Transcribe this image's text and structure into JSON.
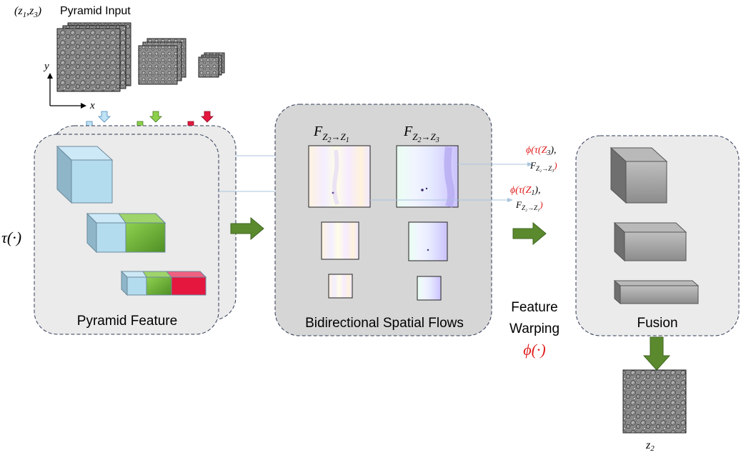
{
  "pyramid_input": {
    "title_math": "(z",
    "sub1": "1",
    "comma": ",",
    "title_z3": "z",
    "sub3": "3",
    "close": ")",
    "title_text": "Pyramid Input",
    "axis_y": "y",
    "axis_x": "x"
  },
  "encoder": {
    "operator": "τ(·)",
    "label": "Pyramid Feature"
  },
  "flows": {
    "label": "Bidirectional Spatial Flows",
    "flow1": {
      "F": "F",
      "sub_a": "Z",
      "sub_a_idx": "2",
      "arrow": "→",
      "sub_b": "Z",
      "sub_b_idx": "1"
    },
    "flow2": {
      "F": "F",
      "sub_a": "Z",
      "sub_a_idx": "2",
      "arrow": "→",
      "sub_b": "Z",
      "sub_b_idx": "3"
    }
  },
  "warp_labels": {
    "top_line1": "ϕ(τ(Z",
    "top_line1_idx": "3",
    "top_line1_close": "),",
    "top_line2": "F",
    "top_line2_sub": "Z₂→Z₃",
    "top_line2_close": ")",
    "bottom_line1": "ϕ(τ(Z",
    "bottom_line1_idx": "1",
    "bottom_line1_close": "),",
    "bottom_line2": "F",
    "bottom_line2_sub": "Z₂→Z₁",
    "bottom_line2_close": ")"
  },
  "warping": {
    "line1": "Feature",
    "line2": "Warping",
    "operator": "ϕ(·)"
  },
  "fusion": {
    "label": "Fusion"
  },
  "output": {
    "label_z": "z",
    "label_idx": "2"
  },
  "colors": {
    "panel_fill": "#ebebeb",
    "flow_panel_fill": "#d6d6d6",
    "dash_stroke": "#2f3a55",
    "arrow_green": "#5b8a2e",
    "cube_blue": "#b4dcef",
    "cube_green": "#7ac143",
    "cube_red": "#e5173f",
    "cube_gray": "#a6a6a6",
    "phi_red": "#e01b1b",
    "link_line": "#a9c4dd"
  }
}
